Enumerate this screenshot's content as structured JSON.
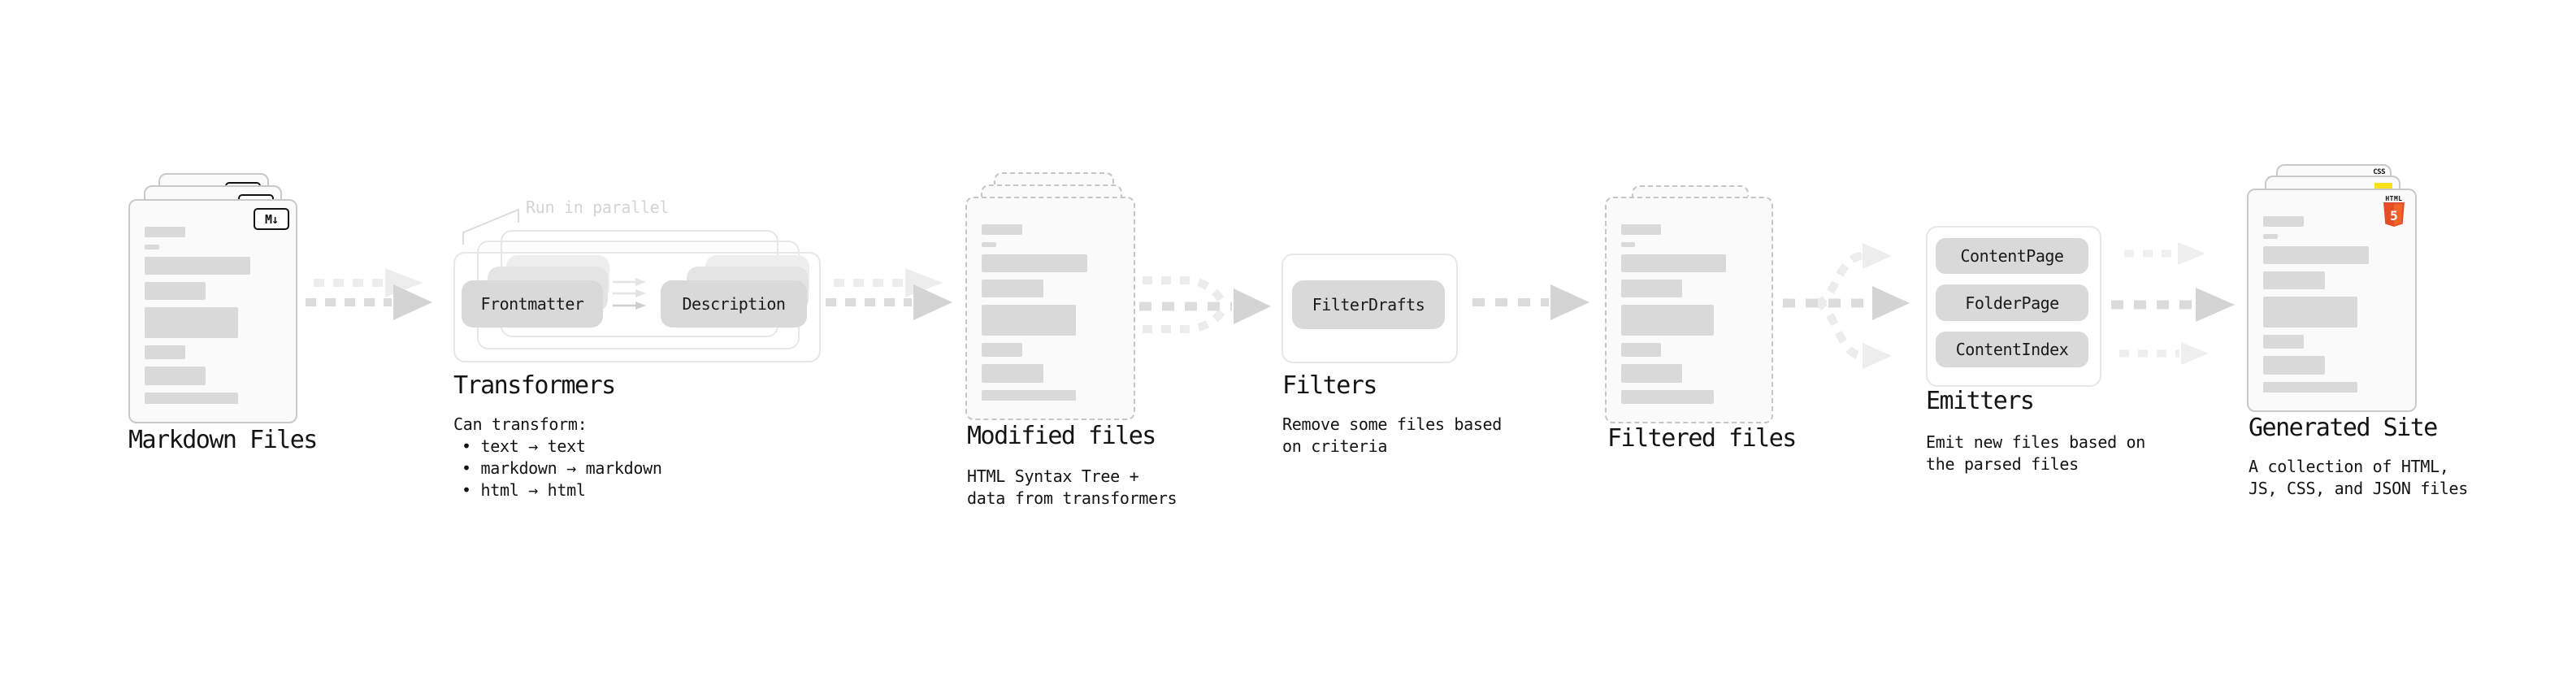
{
  "colors": {
    "background": "#ffffff",
    "placeholder_gray": "#d9d9d9",
    "pill_gray": "#d9d9d9",
    "arrow_gray": "#d4d4d4",
    "arrow_faded": "#ededed",
    "text": "#141414",
    "muted_annotation": "#d4d4d4",
    "css_blue": "#2965f1",
    "js_yellow": "#f7df1e",
    "html5_orange": "#e44d26"
  },
  "stages": {
    "markdown": {
      "title": "Markdown Files",
      "badge": "M↓"
    },
    "transformers": {
      "annotation": "Run in parallel",
      "pill_frontmatter": "Frontmatter",
      "pill_description": "Description",
      "title": "Transformers",
      "desc_heading": "Can transform:",
      "bullets": [
        "• text → text",
        "• markdown → markdown",
        "• html → html"
      ]
    },
    "modified": {
      "title": "Modified files",
      "desc_line1": "HTML Syntax Tree +",
      "desc_line2": "data from transformers"
    },
    "filters": {
      "title": "Filters",
      "pill": "FilterDrafts",
      "desc_line1": "Remove some files based",
      "desc_line2": "on criteria"
    },
    "filtered": {
      "title": "Filtered files"
    },
    "emitters": {
      "title": "Emitters",
      "pills": [
        "ContentPage",
        "FolderPage",
        "ContentIndex"
      ],
      "desc_line1": "Emit new files based on",
      "desc_line2": "the parsed files"
    },
    "generated": {
      "title": "Generated Site",
      "badge_css": "CSS",
      "badge_html_label": "HTML",
      "badge_html_number": "5",
      "desc_line1": "A collection of HTML,",
      "desc_line2": "JS, CSS, and JSON files"
    }
  }
}
